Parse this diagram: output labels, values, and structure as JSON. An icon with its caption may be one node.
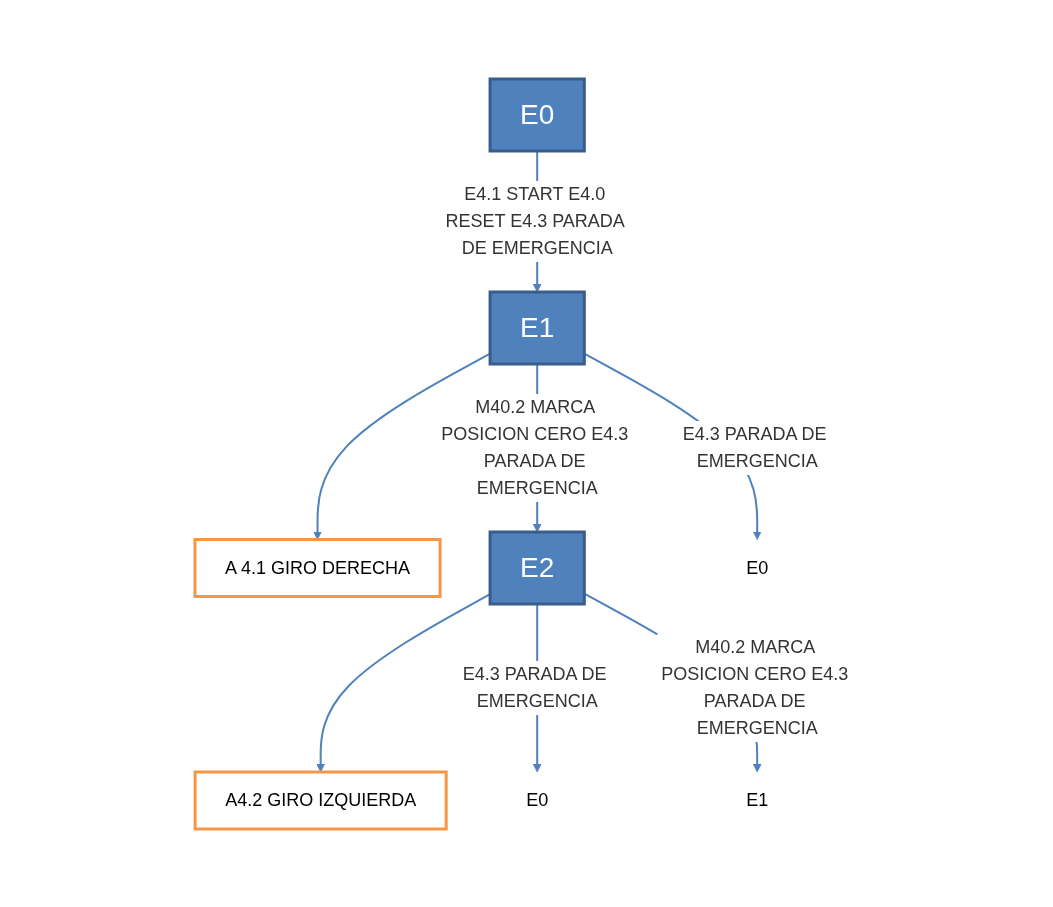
{
  "diagram": {
    "nodes": [
      {
        "text": [
          "E0"
        ]
      },
      {
        "text": [
          "E1"
        ]
      },
      {
        "text": [
          "A 4.1 GIRO DERECHA"
        ]
      },
      {
        "text": [
          "E2"
        ]
      },
      {
        "text": [
          "A4.2 GIRO IZQUIERDA"
        ]
      },
      {
        "text": [
          "E0"
        ]
      },
      {
        "text": [
          "E0"
        ]
      },
      {
        "text": [
          "E1"
        ]
      }
    ],
    "edges": [
      {
        "from": 0,
        "to": 1,
        "arrow": "to",
        "label": "E4.1 START E4.0 RESET E4.3 PARADA DE EMERGENCIA"
      },
      {
        "from": 1,
        "to": 2,
        "arrow": "to"
      },
      {
        "from": 1,
        "to": 5,
        "arrow": "to",
        "label": "E4.3 PARADA DE EMERGENCIA"
      },
      {
        "from": 1,
        "to": 3,
        "arrow": "to",
        "label": "M40.2 MARCA POSICION CERO E4.3 PARADA DE EMERGENCIA"
      },
      {
        "from": 3,
        "to": 4,
        "arrow": "to"
      },
      {
        "from": 3,
        "to": 6,
        "arrow": "to",
        "label": "E4.3 PARADA DE EMERGENCIA"
      },
      {
        "from": 3,
        "to": 7,
        "arrow": "to",
        "label": "M40.2 MARCA POSICION CERO E4.3 PARADA DE EMERGENCIA"
      }
    ]
  }
}
